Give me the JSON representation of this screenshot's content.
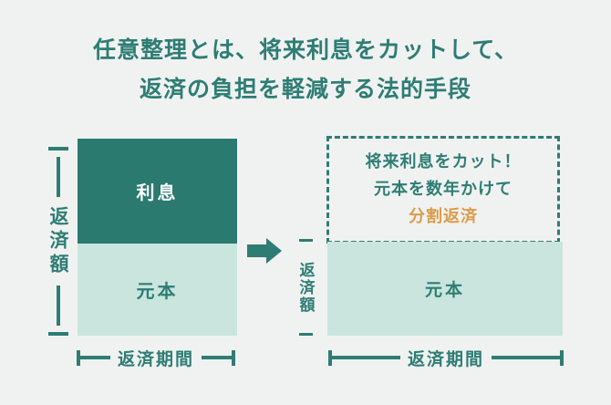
{
  "title": {
    "line1": "任意整理とは、将来利息をカットして、",
    "line2": "返済の負担を軽減する法的手段"
  },
  "colors": {
    "background": "#f0f2f1",
    "teal_text": "#2e7d74",
    "bar_dark_teal": "#2a7a70",
    "bar_light_mint": "#c9e5de",
    "accent_orange": "#dd9c49",
    "interest_label_white": "#ffffff"
  },
  "before_chart": {
    "y_axis_label": "返済額",
    "x_axis_label": "返済期間",
    "segments": [
      {
        "label": "利息"
      },
      {
        "label": "元本"
      }
    ]
  },
  "arrow": {
    "icon": "right-arrow"
  },
  "after_chart": {
    "y_axis_label": "返済額",
    "x_axis_label": "返済期間",
    "callout": {
      "line1": "将来利息をカット！",
      "line2": "元本を数年かけて",
      "line3": "分割返済"
    },
    "segments": [
      {
        "label": "元本"
      }
    ]
  }
}
